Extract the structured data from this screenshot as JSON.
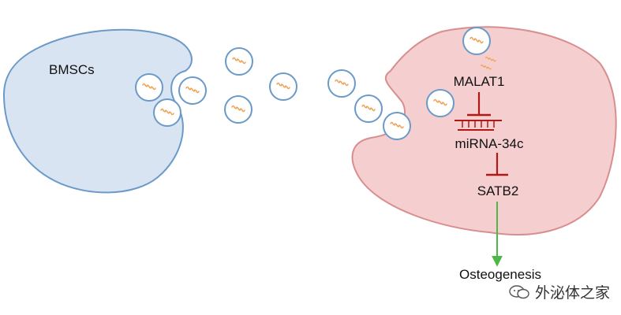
{
  "labels": {
    "source_cell": "BMSCs",
    "lncrna": "MALAT1",
    "mirna": "miRNA-34c",
    "target": "SATB2",
    "outcome": "Osteogenesis"
  },
  "watermark": {
    "text": "外泌体之家",
    "icon": "wechat-icon"
  },
  "colors": {
    "source_cell_fill": "#d9e4f2",
    "source_cell_stroke": "#6b9ac8",
    "target_cell_fill": "#f5cfcf",
    "target_cell_stroke": "#d88e8e",
    "vesicle_stroke": "#6b9ac8",
    "rna_squiggle": "#f0a050",
    "inhibition": "#b01818",
    "activation": "#4db848"
  }
}
